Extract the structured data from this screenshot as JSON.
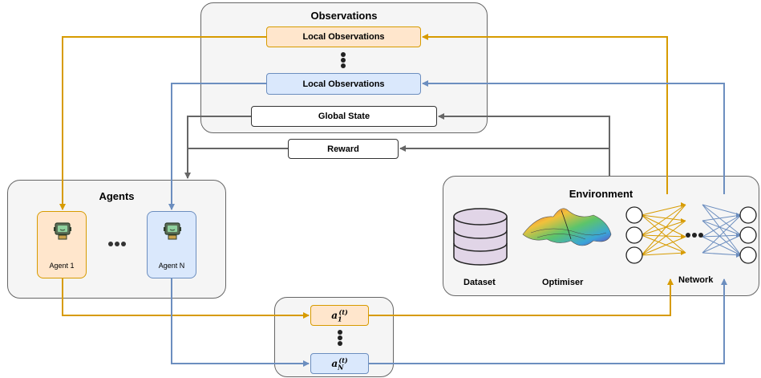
{
  "observations": {
    "title": "Observations",
    "local_obs_1": "Local Observations",
    "local_obs_n": "Local Observations",
    "global_state": "Global State"
  },
  "reward": "Reward",
  "agents": {
    "title": "Agents",
    "agent_1": "Agent 1",
    "agent_n": "Agent N"
  },
  "actions": {
    "title": "Actions",
    "a1_base": "a",
    "a1_sub": "1",
    "a1_sup": "(t)",
    "an_base": "a",
    "an_sub": "N",
    "an_sup": "(t)"
  },
  "environment": {
    "title": "Environment",
    "dataset": "Dataset",
    "optimiser": "Optimiser",
    "network": "Network"
  },
  "colors": {
    "orange_line": "#d79b00",
    "blue_line": "#6c8ebf",
    "gray_line": "#666666"
  },
  "icons": [
    "robot-icon",
    "database-icon",
    "loss-surface-icon",
    "neural-network-icon",
    "ellipsis-icon"
  ]
}
